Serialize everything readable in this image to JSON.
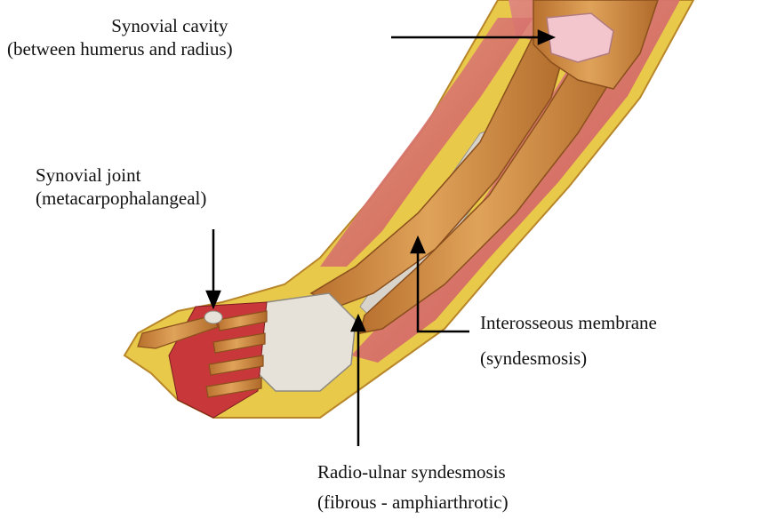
{
  "labels": {
    "synovial_cavity": {
      "line1": "Synovial cavity",
      "line2": "(between  humerus and radius)"
    },
    "synovial_joint": {
      "line1": "Synovial joint",
      "line2": "(metacarpophalangeal)"
    },
    "interosseous": {
      "line1": "Interosseous membrane",
      "line2": "(syndesmosis)"
    },
    "radio_ulnar": {
      "line1": "Radio-ulnar syndesmosis",
      "line2": "(fibrous -  amphiarthrotic)"
    }
  },
  "colors": {
    "bone": "#d99a4e",
    "bone_dark": "#a8642a",
    "muscle": "#c8383a",
    "muscle_light": "#e89a92",
    "tendon": "#d9d6cf",
    "fat": "#e8c94a",
    "cartilage": "#f2c6cc",
    "pointer": "#000000"
  }
}
